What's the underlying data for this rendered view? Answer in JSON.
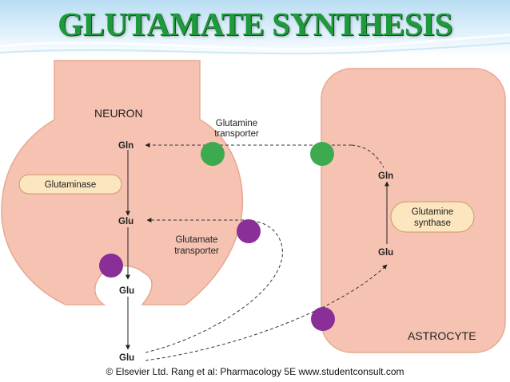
{
  "slide": {
    "title": "GLUTAMATE SYNTHESIS",
    "footer": "© Elsevier Ltd. Rang et al: Pharmacology 5E www.studentconsult.com"
  },
  "diagram": {
    "neuron_label": "NEURON",
    "astrocyte_label": "ASTROCYTE",
    "neuron_gln": "Gln",
    "neuron_glu_mid": "Glu",
    "vesicle_glu": "Glu",
    "cleft_glu": "Glu",
    "astro_glu": "Glu",
    "astro_gln": "Gln",
    "glutaminase": "Glutaminase",
    "glutamine_synthase_1": "Glutamine",
    "glutamine_synthase_2": "synthase",
    "glutamine_transporter_1": "Glutamine",
    "glutamine_transporter_2": "transporter",
    "glutamate_transporter_1": "Glutamate",
    "glutamate_transporter_2": "transporter"
  },
  "colors": {
    "title": "#1e9a3c",
    "cell_fill": "#f6c3b3",
    "cell_stroke": "#e7a792",
    "enzyme_fill": "#fbe6bf",
    "glutamine_transporter": "#3eaa50",
    "glutamate_transporter": "#8a2f97"
  }
}
